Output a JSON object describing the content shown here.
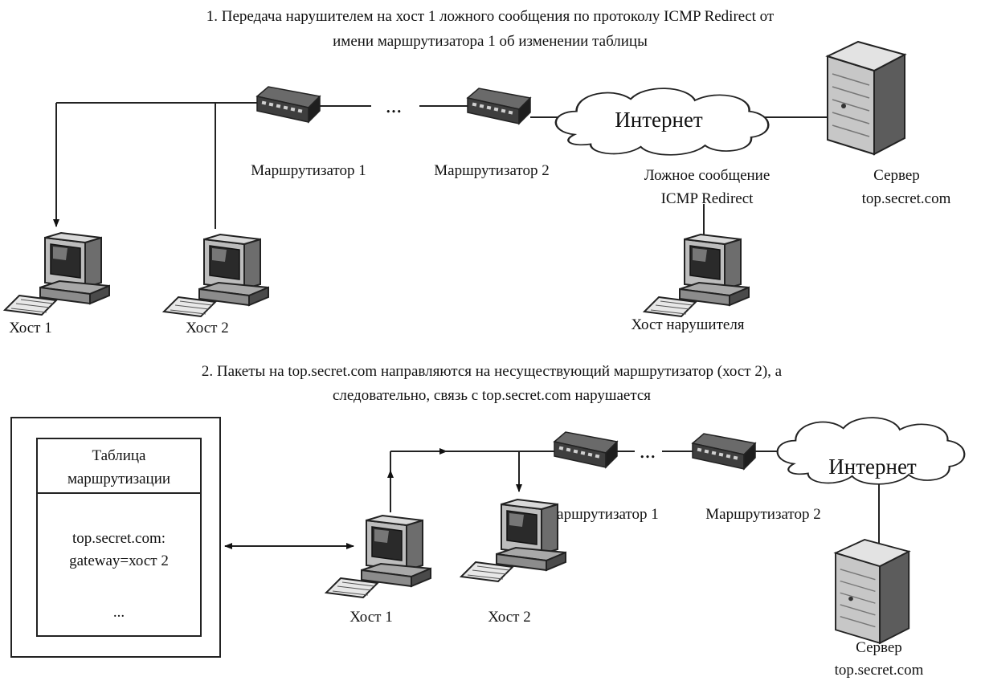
{
  "diagram": {
    "top": {
      "caption_line1": "1. Передача нарушителем на хост 1 ложного сообщения по протоколу ICMP Redirect от",
      "caption_line2": "имени маршрутизатора 1 об изменении таблицы",
      "router1_label": "Маршрутизатор 1",
      "router2_label": "Маршрутизатор 2",
      "ellipsis": "...",
      "internet_label": "Интернет",
      "fake_message_line1": "Ложное сообщение",
      "fake_message_line2": "ICMP Redirect",
      "server_label_line1": "Сервер",
      "server_label_line2": "top.secret.com",
      "host1_label": "Хост 1",
      "host2_label": "Хост 2",
      "attacker_label": "Хост нарушителя"
    },
    "bottom": {
      "caption_line1": "2. Пакеты на top.secret.com направляются на несуществующий маршрутизатор (хост 2), а",
      "caption_line2": "следовательно, связь с top.secret.com нарушается",
      "table_title_line1": "Таблица",
      "table_title_line2": "маршрутизации",
      "table_entry_line1": "top.secret.com:",
      "table_entry_line2": "gateway=хост 2",
      "table_ellipsis": "...",
      "router1_label": "Маршрутизатор 1",
      "router2_label": "Маршрутизатор 2",
      "ellipsis": "...",
      "internet_label": "Интернет",
      "host1_label": "Хост 1",
      "host2_label": "Хост 2",
      "server_label_line1": "Сервер",
      "server_label_line2": "top.secret.com"
    }
  }
}
